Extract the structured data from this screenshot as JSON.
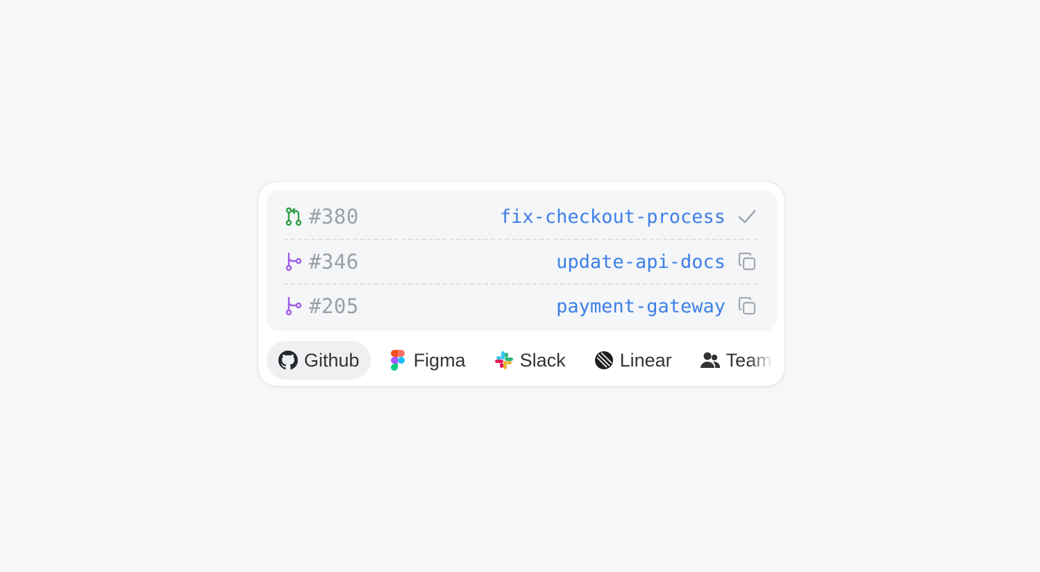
{
  "pull_requests": [
    {
      "number": "#380",
      "branch": "fix-checkout-process",
      "branch_icon": "pull-request-icon",
      "icon_color": "#2f9e44",
      "action_icon": "checkmark-icon"
    },
    {
      "number": "#346",
      "branch": "update-api-docs",
      "branch_icon": "git-branch-icon",
      "icon_color": "#9b5de5",
      "action_icon": "copy-icon"
    },
    {
      "number": "#205",
      "branch": "payment-gateway",
      "branch_icon": "git-branch-icon",
      "icon_color": "#9b5de5",
      "action_icon": "copy-icon"
    }
  ],
  "tabs": [
    {
      "label": "Github",
      "icon": "github-icon",
      "active": true
    },
    {
      "label": "Figma",
      "icon": "figma-icon",
      "active": false
    },
    {
      "label": "Slack",
      "icon": "slack-icon",
      "active": false
    },
    {
      "label": "Linear",
      "icon": "linear-icon",
      "active": false
    },
    {
      "label": "Team",
      "icon": "team-icon",
      "active": false
    }
  ],
  "colors": {
    "branch_link": "#3d7fe6",
    "pr_number": "#9aa0a6",
    "active_tab_bg": "#eef0f2",
    "list_bg": "#f4f6f8"
  }
}
